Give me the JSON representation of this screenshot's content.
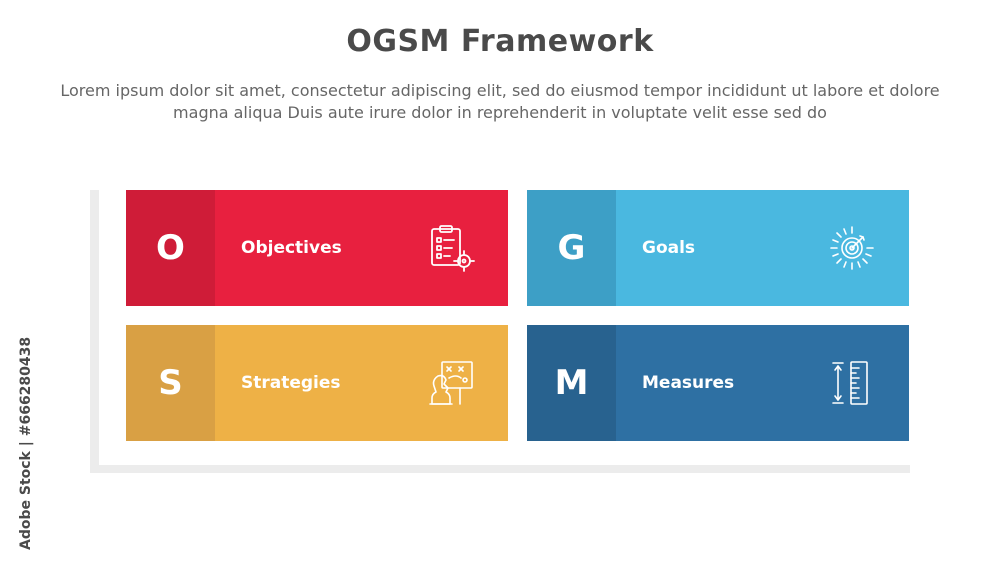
{
  "header": {
    "title": "OGSM Framework",
    "subtitle": "Lorem ipsum dolor sit amet, consectetur adipiscing elit, sed do eiusmod tempor incididunt ut labore et dolore magna aliqua Duis aute irure dolor in reprehenderit in voluptate velit esse sed do"
  },
  "cards": [
    {
      "letter": "O",
      "label": "Objectives",
      "icon": "clipboard-checklist-icon",
      "color": "#e8203f",
      "letter_color": "#cf1c38"
    },
    {
      "letter": "G",
      "label": "Goals",
      "icon": "target-arrow-icon",
      "color": "#4ab8e0",
      "letter_color": "#3d9fc6"
    },
    {
      "letter": "S",
      "label": "Strategies",
      "icon": "chess-strategy-board-icon",
      "color": "#eeb146",
      "letter_color": "#d9a044"
    },
    {
      "letter": "M",
      "label": "Measures",
      "icon": "ruler-measure-icon",
      "color": "#2e70a3",
      "letter_color": "#28628f"
    }
  ],
  "watermark": {
    "text": "Adobe Stock | #666280438"
  }
}
